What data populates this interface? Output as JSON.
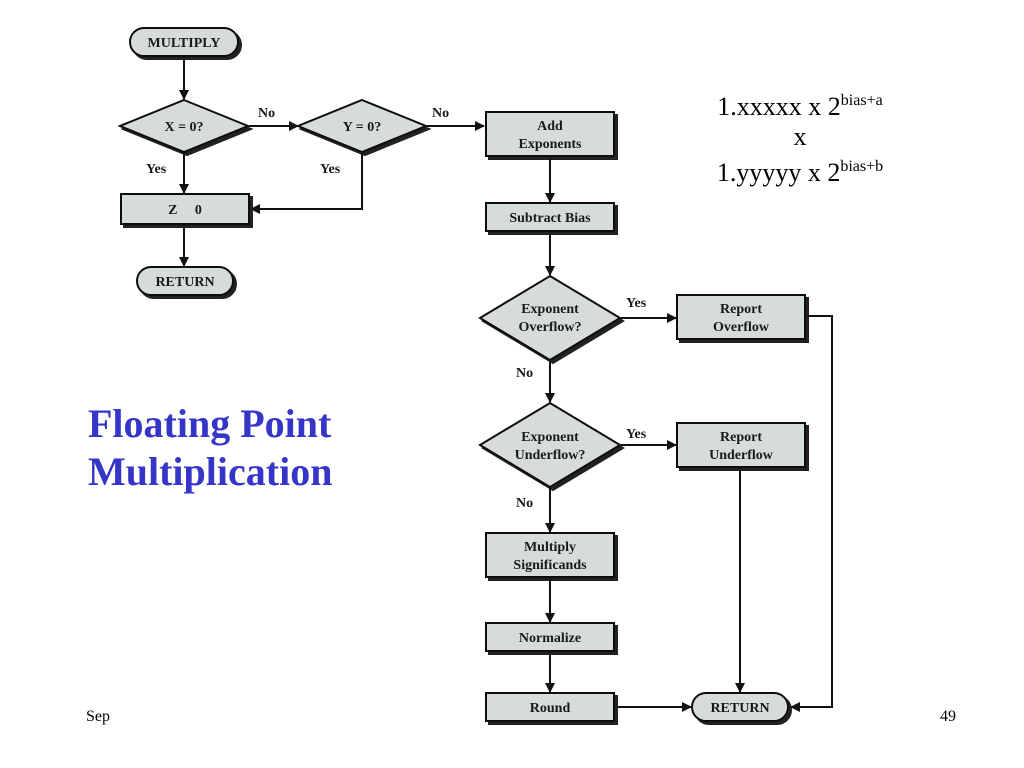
{
  "colors": {
    "title": "#3535c8",
    "node_fill": "#d6dcdc",
    "stroke": "#111111"
  },
  "title": {
    "line1": "Floating Point",
    "line2": "Multiplication"
  },
  "formula": {
    "line1_base": "1.xxxxx x 2",
    "line1_exp": "bias+a",
    "line2": "x",
    "line3_base": "1.yyyyy x 2",
    "line3_exp": "bias+b"
  },
  "footer": {
    "left": "Sep",
    "page_number": "49"
  },
  "diagram": {
    "nodes": {
      "multiply": "MULTIPLY",
      "x_zero": "X = 0?",
      "y_zero": "Y = 0?",
      "z_zero": "Z     0",
      "return_top": "RETURN",
      "add_exponents_1": "Add",
      "add_exponents_2": "Exponents",
      "subtract_bias": "Subtract Bias",
      "exp_overflow_1": "Exponent",
      "exp_overflow_2": "Overflow?",
      "report_overflow_1": "Report",
      "report_overflow_2": "Overflow",
      "exp_underflow_1": "Exponent",
      "exp_underflow_2": "Underflow?",
      "report_underflow_1": "Report",
      "report_underflow_2": "Underflow",
      "multiply_sig_1": "Multiply",
      "multiply_sig_2": "Significands",
      "normalize": "Normalize",
      "round": "Round",
      "return_bottom": "RETURN"
    },
    "edges": {
      "x_no": "No",
      "x_yes": "Yes",
      "y_no": "No",
      "y_yes": "Yes",
      "overflow_yes": "Yes",
      "overflow_no": "No",
      "underflow_yes": "Yes",
      "underflow_no": "No"
    }
  }
}
